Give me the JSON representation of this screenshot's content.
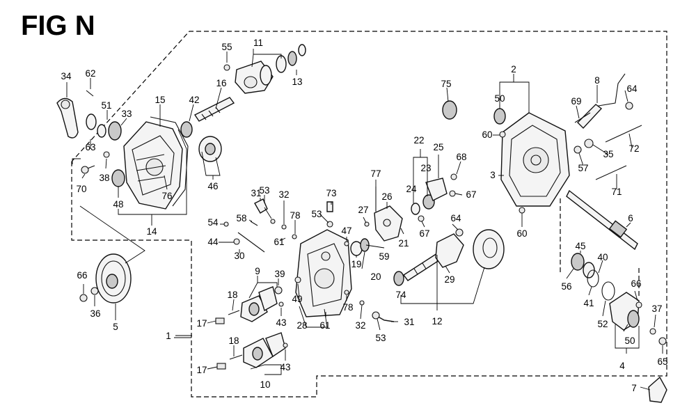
{
  "figure": {
    "title": "FIG N"
  },
  "callouts": {
    "c1": "1",
    "c2": "2",
    "c3": "3",
    "c4": "4",
    "c5": "5",
    "c6": "6",
    "c7": "7",
    "c8": "8",
    "c9": "9",
    "c10": "10",
    "c11": "11",
    "c12": "12",
    "c13": "13",
    "c14": "14",
    "c15": "15",
    "c16": "16",
    "c17a": "17",
    "c17b": "17",
    "c18a": "18",
    "c18b": "18",
    "c19": "19",
    "c20": "20",
    "c21": "21",
    "c22": "22",
    "c23": "23",
    "c24": "24",
    "c25": "25",
    "c26": "26",
    "c27": "27",
    "c28": "28",
    "c29": "29",
    "c30": "30",
    "c31a": "31",
    "c31b": "31",
    "c32a": "32",
    "c32b": "32",
    "c33": "33",
    "c34": "34",
    "c35": "35",
    "c36": "36",
    "c37": "37",
    "c38": "38",
    "c39": "39",
    "c40": "40",
    "c41": "41",
    "c42": "42",
    "c43a": "43",
    "c43b": "43",
    "c44": "44",
    "c45": "45",
    "c46": "46",
    "c47": "47",
    "c48": "48",
    "c49": "49",
    "c50a": "50",
    "c50b": "50",
    "c51": "51",
    "c52": "52",
    "c53a": "53",
    "c53b": "53",
    "c53c": "53",
    "c54": "54",
    "c55": "55",
    "c56": "56",
    "c57": "57",
    "c58": "58",
    "c59": "59",
    "c60a": "60",
    "c60b": "60",
    "c61a": "61",
    "c61b": "61",
    "c62": "62",
    "c63": "63",
    "c64a": "64",
    "c64b": "64",
    "c65": "65",
    "c66a": "66",
    "c66b": "66",
    "c67a": "67",
    "c67b": "67",
    "c68": "68",
    "c69": "69",
    "c70": "70",
    "c71": "71",
    "c72": "72",
    "c73": "73",
    "c74": "74",
    "c75": "75",
    "c76": "76",
    "c77": "77",
    "c78a": "78",
    "c78b": "78"
  }
}
